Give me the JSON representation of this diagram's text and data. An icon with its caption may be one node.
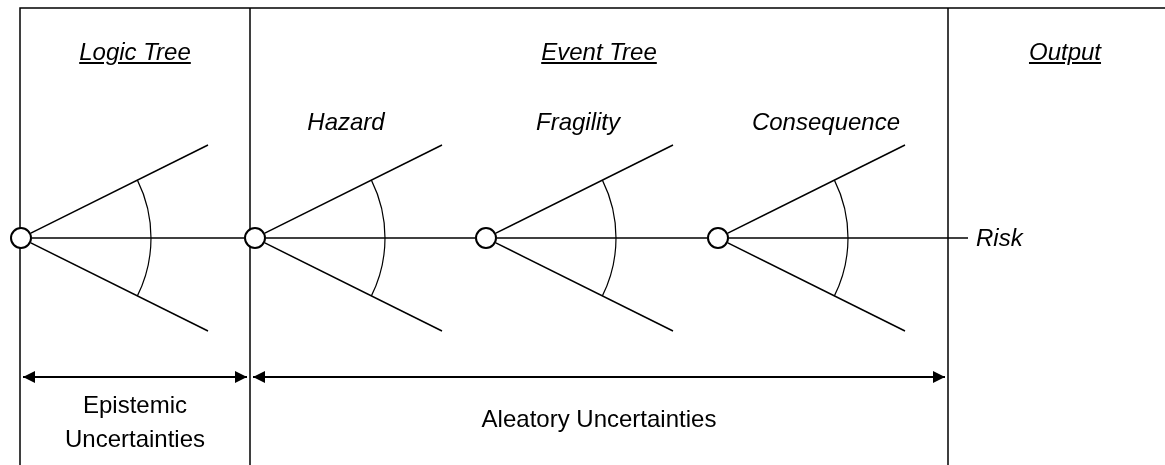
{
  "diagram": {
    "nodes": [
      {
        "text": [],
        "shape": "circle"
      },
      {
        "text": [],
        "shape": "circle"
      },
      {
        "text": [],
        "shape": "circle"
      },
      {
        "text": [],
        "shape": "circle"
      },
      {
        "text": [
          "Risk"
        ]
      }
    ],
    "edges": [
      {
        "from": 0,
        "to": 1,
        "arrow": "none"
      },
      {
        "from": 1,
        "to": 2,
        "arrow": "none"
      },
      {
        "from": 2,
        "to": 3,
        "arrow": "none"
      },
      {
        "from": 3,
        "to": 4,
        "arrow": "none"
      },
      {
        "from": 0,
        "to": null,
        "arrow": "none"
      },
      {
        "from": 0,
        "to": null,
        "arrow": "none"
      },
      {
        "from": 1,
        "to": null,
        "arrow": "none"
      },
      {
        "from": 1,
        "to": null,
        "arrow": "none"
      },
      {
        "from": 2,
        "to": null,
        "arrow": "none"
      },
      {
        "from": 2,
        "to": null,
        "arrow": "none"
      },
      {
        "from": 3,
        "to": null,
        "arrow": "none"
      },
      {
        "from": 3,
        "to": null,
        "arrow": "none"
      }
    ],
    "labels": [
      "Logic Tree",
      "Event Tree",
      "Output",
      "Hazard",
      "Fragility",
      "Consequence",
      "Epistemic Uncertainties",
      "Aleatory Uncertainties"
    ]
  }
}
